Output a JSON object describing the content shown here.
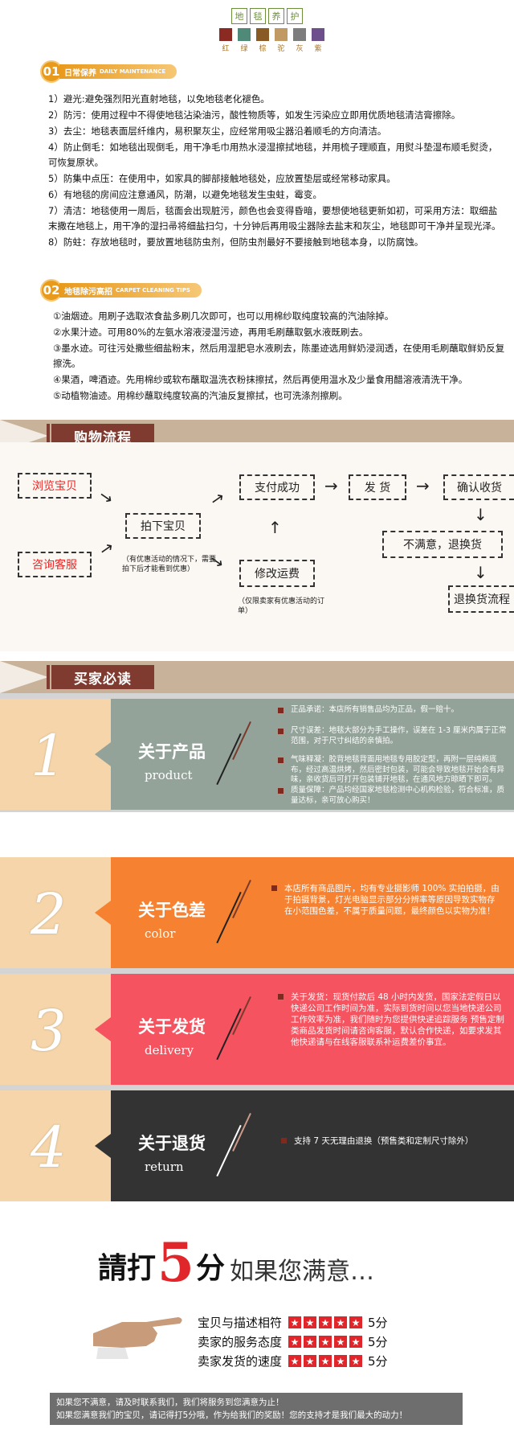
{
  "header": {
    "title_chars": [
      "地",
      "毯",
      "养",
      "护"
    ],
    "swatches": [
      {
        "label": "红",
        "color": "#8b2a23"
      },
      {
        "label": "绿",
        "color": "#4f8a78"
      },
      {
        "label": "棕",
        "color": "#8a5a25"
      },
      {
        "label": "驼",
        "color": "#c19a63"
      },
      {
        "label": "灰",
        "color": "#7d7d7d"
      },
      {
        "label": "紫",
        "color": "#6d4f8c"
      }
    ]
  },
  "section1": {
    "num": "01",
    "title": "日常保养",
    "title_en": "DAILY MAINTENANCE",
    "items": [
      "1）避光:避免强烈阳光直射地毯，以免地毯老化褪色。",
      "2）防污：使用过程中不得使地毯沾染油污，酸性物质等，如发生污染应立即用优质地毯清洁膏擦除。",
      "3）去尘：地毯表面层纤维内，易积聚灰尘，应经常用吸尘器沿着顺毛的方向清洁。",
      "4）防止倒毛：如地毯出现倒毛，用干净毛巾用热水浸湿擦拭地毯，并用梳子理顺直，用熨斗垫湿布顺毛熨烫，可恢复原状。",
      "5）防集中点压：在使用中，如家具的脚部接触地毯处，应放置垫层或经常移动家具。",
      "6）有地毯的房间应注意通风，防潮，以避免地毯发生虫蛀，霉变。",
      "7）清洁：地毯使用一周后，毯面会出现脏污，颜色也会变得昏暗，要想使地毯更新如初，可采用方法：取细盐末撒在地毯上，用干净的湿扫帚将细盐扫匀，十分钟后再用吸尘器除去盐末和灰尘，地毯即可干净并呈现光泽。",
      "8）防蛀：存放地毯时，要放置地毯防虫剂，但防虫剂最好不要接触到地毯本身，以防腐蚀。"
    ]
  },
  "section2": {
    "num": "02",
    "title": "地毯除污高招",
    "title_en": "CARPET CLEANING TIPS",
    "items": [
      "①油烟迹。用刷子选取浓食盐多刷几次即可，也可以用棉纱取纯度较高的汽油除掉。",
      "②水果汁迹。可用80%的左氨水溶液浸湿污迹，再用毛刷蘸取氨水液既刷去。",
      "③墨水迹。可往污处撒些细盐粉末，然后用湿肥皂水液刷去，陈墨迹选用鲜奶浸润透，在使用毛刷蘸取鲜奶反复擦洗。",
      "④果酒，啤酒迹。先用棉纱或软布蘸取温洗衣粉抹擦拭，然后再使用温水及少量食用醋溶液清洗干净。",
      "⑤动植物油迹。用棉纱蘸取纯度较高的汽油反复擦拭，也可洗涤剂擦刷。"
    ]
  },
  "flow": {
    "banner": "购物流程",
    "browse": "浏览宝贝",
    "consult": "咨询客服",
    "order": "拍下宝贝",
    "note_order": "（有优惠活动的情况下，需要拍下后才能看到优惠）",
    "paid": "支付成功",
    "modify": "修改运费",
    "note_modify": "（仅限卖家有优惠活动的订单）",
    "ship": "发  货",
    "confirm": "确认收货",
    "unsatisfied": "不满意，退换货",
    "return_flow": "退换货流程"
  },
  "buyer": {
    "banner": "买家必读",
    "cards": [
      {
        "num": "1",
        "title": "关于产品",
        "en": "product",
        "color": "#93a39a",
        "bullets": [
          "正品承诺：本店所有销售品均为正品，假一赔十。",
          "尺寸误差：地毯大部分为手工操作，误差在 1-3 厘米内属于正常范围，对于尺寸纠结的亲慎拍。",
          "气味释凝：胶背地毯背面用地毯专用胶定型，再附一层纯棉底布，经过高温烘烤，然后密封包装，可能会导致地毯开始会有异味，亲收货后可打开包装铺开地毯，在通风地方晾晒下即可。",
          "质量保障：产品均经国家地毯检测中心机构检验，符合标准，质量达标，亲可放心购买！"
        ]
      },
      {
        "num": "2",
        "title": "关于色差",
        "en": "color",
        "color": "#f58131",
        "bullets": [
          "本店所有商品图片，均有专业摄影师 100% 实拍拍摄，由于拍摄背景，灯光电脑显示部分分辨率等原因导致实物存在小范围色差，不属于质量问题，最终颜色以实物为准！"
        ]
      },
      {
        "num": "3",
        "title": "关于发货",
        "en": "delivery",
        "color": "#f5535f",
        "bullets": [
          "关于发货：现货付款后 48 小时内发货，国家法定假日以快递公司工作时间为准，实际到货时间以您当地快递公司工作效率为准，我们随时为您提供快递追踪服务 预售定制类商品发货时间请咨询客服，默认合作快递，如要求发其他快递请与在线客服联系补运费差价事宜。"
        ]
      },
      {
        "num": "4",
        "title": "关于退货",
        "en": "return",
        "color": "#333333",
        "bullets": [
          "支持 7 天无理由退换（预售类和定制尺寸除外）"
        ]
      }
    ]
  },
  "rating": {
    "pre": "請打",
    "five": "5",
    "post": "分",
    "satisfied": "如果您满意…",
    "rows": [
      {
        "label": "宝贝与描述相符",
        "score": "5分"
      },
      {
        "label": "卖家的服务态度",
        "score": "5分"
      },
      {
        "label": "卖家发货的速度",
        "score": "5分"
      }
    ],
    "footer": [
      "如果您不满意，请及时联系我们，我们将服务到您满意为止！",
      "如果您满意我们的宝贝，请记得打5分哦，作为给我们的奖励！您的支持才是我们最大的动力！"
    ]
  }
}
